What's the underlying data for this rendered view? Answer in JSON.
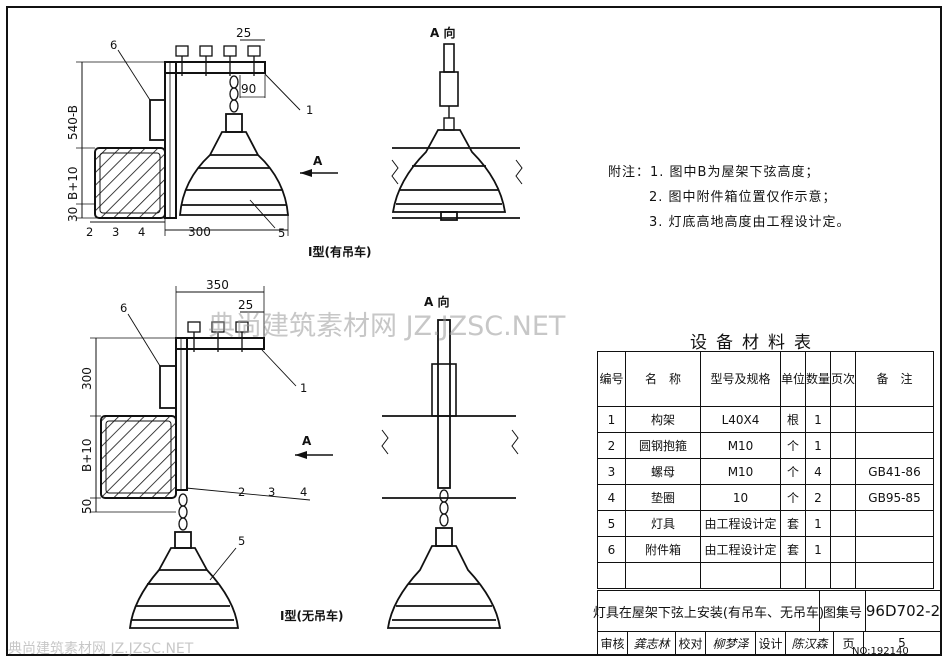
{
  "drawing": {
    "view1": {
      "caption": "I型(有吊车)",
      "arrow_label": "A",
      "dims": {
        "d25": "25",
        "d90": "90",
        "d300": "300",
        "d540": "540-B",
        "db10": "B+10",
        "d30": "30"
      },
      "callouts": {
        "c6": "6",
        "c1": "1",
        "c5": "5",
        "c2": "2",
        "c3": "3",
        "c4": "4"
      }
    },
    "view2": {
      "title": "A 向"
    },
    "view3": {
      "caption": "I型(无吊车)",
      "arrow_label": "A",
      "dims": {
        "d350": "350",
        "d25": "25",
        "d300": "300",
        "db10": "B+10",
        "d50": "50"
      },
      "callouts": {
        "c6": "6",
        "c1": "1",
        "c2": "2",
        "c3": "3",
        "c4": "4",
        "c5": "5"
      }
    },
    "view4": {
      "title": "A 向"
    }
  },
  "notes": [
    "附注：1. 图中B为屋架下弦高度；",
    "2. 图中附件箱位置仅作示意；",
    "3. 灯底高地高度由工程设计定。"
  ],
  "table": {
    "title": "设备材料表",
    "headers": [
      "编号",
      "名　称",
      "型号及规格",
      "单位",
      "数量",
      "页次",
      "备　注"
    ],
    "rows": [
      [
        "1",
        "构架",
        "L40X4",
        "根",
        "1",
        "",
        ""
      ],
      [
        "2",
        "圆钢抱箍",
        "M10",
        "个",
        "1",
        "",
        ""
      ],
      [
        "3",
        "螺母",
        "M10",
        "个",
        "4",
        "",
        "GB41-86"
      ],
      [
        "4",
        "垫圈",
        "10",
        "个",
        "2",
        "",
        "GB95-85"
      ],
      [
        "5",
        "灯具",
        "由工程设计定",
        "套",
        "1",
        "",
        ""
      ],
      [
        "6",
        "附件箱",
        "由工程设计定",
        "套",
        "1",
        "",
        ""
      ],
      [
        "",
        "",
        "",
        "",
        "",
        "",
        ""
      ]
    ]
  },
  "title_block": {
    "title": "灯具在屋架下弦上安装(有吊车、无吊车)",
    "atlas_label": "图集号",
    "atlas_no": "96D702-2",
    "review_label": "审核",
    "reviewer": "龚志林",
    "check_label": "校对",
    "checker": "柳梦泽",
    "design_label": "设计",
    "designer": "陈汉森",
    "page_label": "页",
    "page_no": "5",
    "serial": "NO:192140"
  },
  "watermarks": [
    "典尚建筑素材网 JZ.JZSC.NET",
    "典尚建筑素材网 JZ.JZSC.NET"
  ]
}
